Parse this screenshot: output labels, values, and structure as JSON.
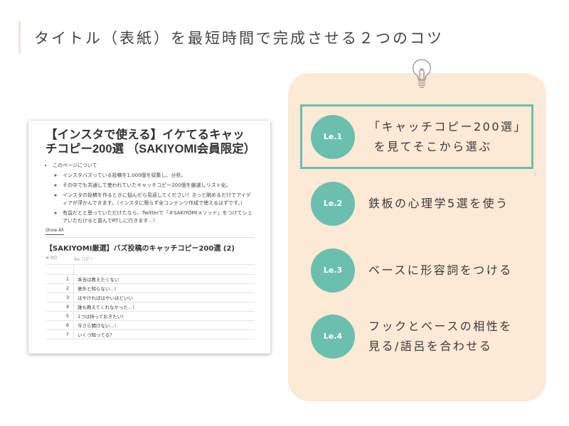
{
  "title": "タイトル（表紙）を最短時間で完成させる２つのコツ",
  "notion": {
    "page_title": "【インスタで使える】イケてるキャッチコピー200選 （SAKIYOMI会員限定）",
    "section": "このページについて",
    "bullets": [
      "インスタバズっている投稿を1,000個を収集し、分析。",
      "その中でも共通して使われていたキャッチコピー200個を厳選しリスト化。",
      "インスタの投稿を作るときに悩んだら見返してください！きっと眺めるだけでアイディアが浮かんできます。（インスタに限らず全コンテンツ作成で使えるはずです。）",
      "有益だとと思っていただけたなら、Twitterで「＃SAKIYOMIメソッド」をつけてシェアいただけると喜んでRTしに行きます...！"
    ],
    "show_all": "Show All",
    "db_title": "【SAKIYOMI厳選】バズ投稿のキャッチコピー200選 (2)",
    "columns": [
      "# NO",
      "Aa コピー"
    ],
    "rows": [
      {
        "no": "1",
        "copy": "本当は教えたくない"
      },
      {
        "no": "2",
        "copy": "意外と知らない...!"
      },
      {
        "no": "3",
        "copy": "はやければはやいほどいい"
      },
      {
        "no": "4",
        "copy": "誰も教えてくれなかった...！"
      },
      {
        "no": "5",
        "copy": "1つは持っておきたい！"
      },
      {
        "no": "6",
        "copy": "今さら聞けない...!"
      },
      {
        "no": "7",
        "copy": "いくつ知ってる？"
      }
    ]
  },
  "tips": [
    {
      "level": "Le.1",
      "line1": "「キャッチコピー200選」",
      "line2": " を見てそこから選ぶ",
      "highlighted": true
    },
    {
      "level": "Le.2",
      "line1": "鉄板の心理学5選を使う",
      "line2": ""
    },
    {
      "level": "Le.3",
      "line1": "ベースに形容詞をつける",
      "line2": ""
    },
    {
      "level": "Le.4",
      "line1": "フックとベースの相性を",
      "line2": "見る/語呂を合わせる"
    }
  ],
  "colors": {
    "accent": "#6bbfaf",
    "panel": "#fce9d6"
  }
}
